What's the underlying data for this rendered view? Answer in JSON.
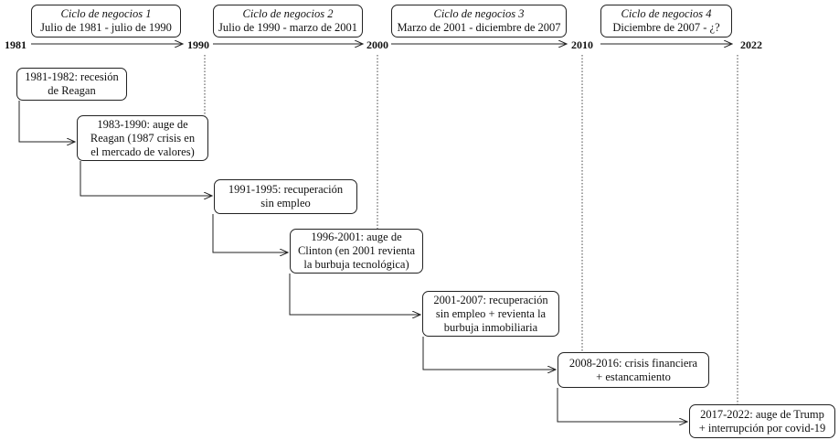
{
  "cycles": [
    {
      "title": "Ciclo de negocios 1",
      "range": "Julio de 1981 - julio de 1990"
    },
    {
      "title": "Ciclo de negocios 2",
      "range": "Julio de 1990 - marzo de 2001"
    },
    {
      "title": "Ciclo de negocios 3",
      "range": "Marzo de 2001 - diciembre de 2007"
    },
    {
      "title": "Ciclo de negocios 4",
      "range": "Diciembre de 2007 - ¿?"
    }
  ],
  "years": [
    "1981",
    "1990",
    "2000",
    "2010",
    "2022"
  ],
  "events": [
    {
      "lines": [
        "1981-1982: recesión",
        "de Reagan"
      ]
    },
    {
      "lines": [
        "1983-1990: auge de",
        "Reagan (1987 crisis en",
        "el mercado de valores)"
      ]
    },
    {
      "lines": [
        "1991-1995: recuperación",
        "sin empleo"
      ]
    },
    {
      "lines": [
        "1996-2001: auge de",
        "Clinton (en 2001 revienta",
        "la burbuja tecnológica)"
      ]
    },
    {
      "lines": [
        "2001-2007: recuperación",
        "sin empleo + revienta la",
        "burbuja inmobiliaria"
      ]
    },
    {
      "lines": [
        "2008-2016: crisis financiera",
        "+ estancamiento"
      ]
    },
    {
      "lines": [
        "2017-2022: auge de Trump",
        "+ interrupción por covid-19"
      ]
    }
  ]
}
